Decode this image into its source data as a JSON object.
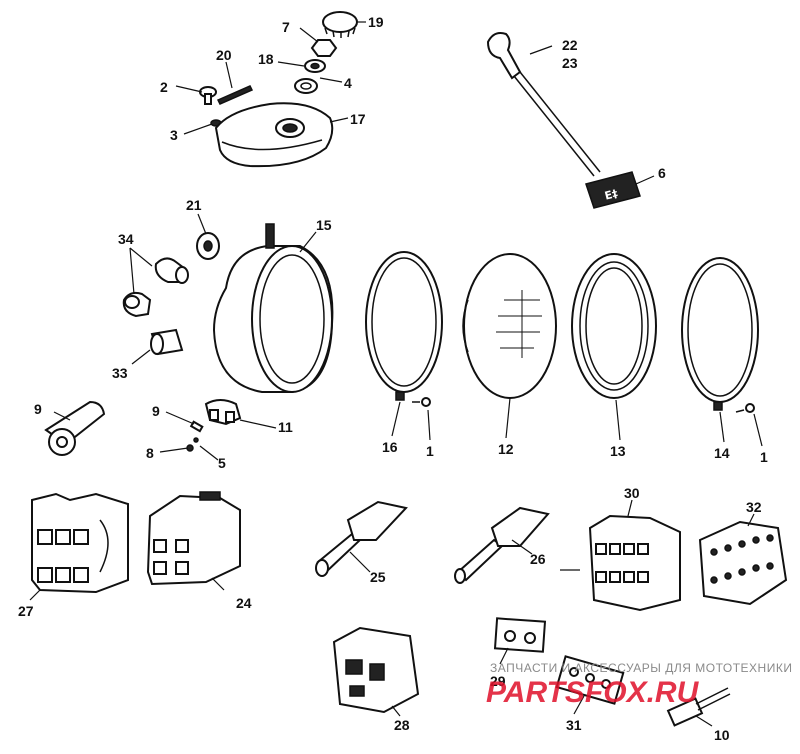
{
  "watermark": {
    "tagline": "ЗАПЧАСТИ И АКСЕССУАРЫ ДЛЯ МОТОТЕХНИКИ",
    "logo": "PARTSFOX.RU"
  },
  "callouts": {
    "c1a": "1",
    "c1b": "1",
    "c2": "2",
    "c3": "3",
    "c4": "4",
    "c5": "5",
    "c6": "6",
    "c7": "7",
    "c8": "8",
    "c9a": "9",
    "c9b": "9",
    "c10": "10",
    "c11": "11",
    "c12": "12",
    "c13": "13",
    "c14": "14",
    "c15": "15",
    "c16": "16",
    "c17": "17",
    "c18": "18",
    "c19": "19",
    "c20": "20",
    "c21": "21",
    "c22": "22",
    "c23": "23",
    "c24": "24",
    "c25": "25",
    "c26": "26",
    "c27": "27",
    "c28": "28",
    "c29": "29",
    "c30": "30",
    "c31": "31",
    "c32": "32",
    "c33": "33",
    "c34": "34"
  }
}
